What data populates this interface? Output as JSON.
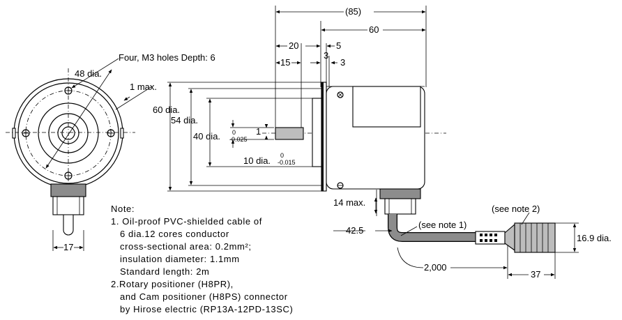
{
  "labels": {
    "holes": "Four, M3 holes Depth: 6",
    "d48": "48 dia.",
    "max1": "1 max.",
    "d60": "60 dia.",
    "d54": "54 dia.",
    "d40": "40 dia.",
    "d40_tol_top": "0",
    "d40_tol_bottom": "-0.025",
    "d10": "10 dia.",
    "d10_tol_top": "0",
    "d10_tol_bottom": "-0.015",
    "one": "1",
    "dim85": "(85)",
    "dim60": "60",
    "dim20": "20",
    "dim15": "15",
    "dim5": "5",
    "dim3a": "3",
    "dim3b": "3",
    "max14": "14 max.",
    "dim42_5": "42.5",
    "dim17": "17",
    "see_note1": "(see note 1)",
    "see_note2": "(see note 2)",
    "d16_9": "16.9 dia.",
    "dim2000": "2,000",
    "dim37": "37"
  },
  "notes": [
    "Note:",
    "1. Oil-proof PVC-shielded cable of",
    "6 dia.12 cores conductor",
    "cross-sectional area: 0.2mm²;",
    "insulation diameter: 1.1mm",
    "Standard length: 2m",
    "2.Rotary positioner (H8PR),",
    "and Cam positioner (H8PS) connector",
    "by Hirose electric (RP13A-12PD-13SC)"
  ]
}
